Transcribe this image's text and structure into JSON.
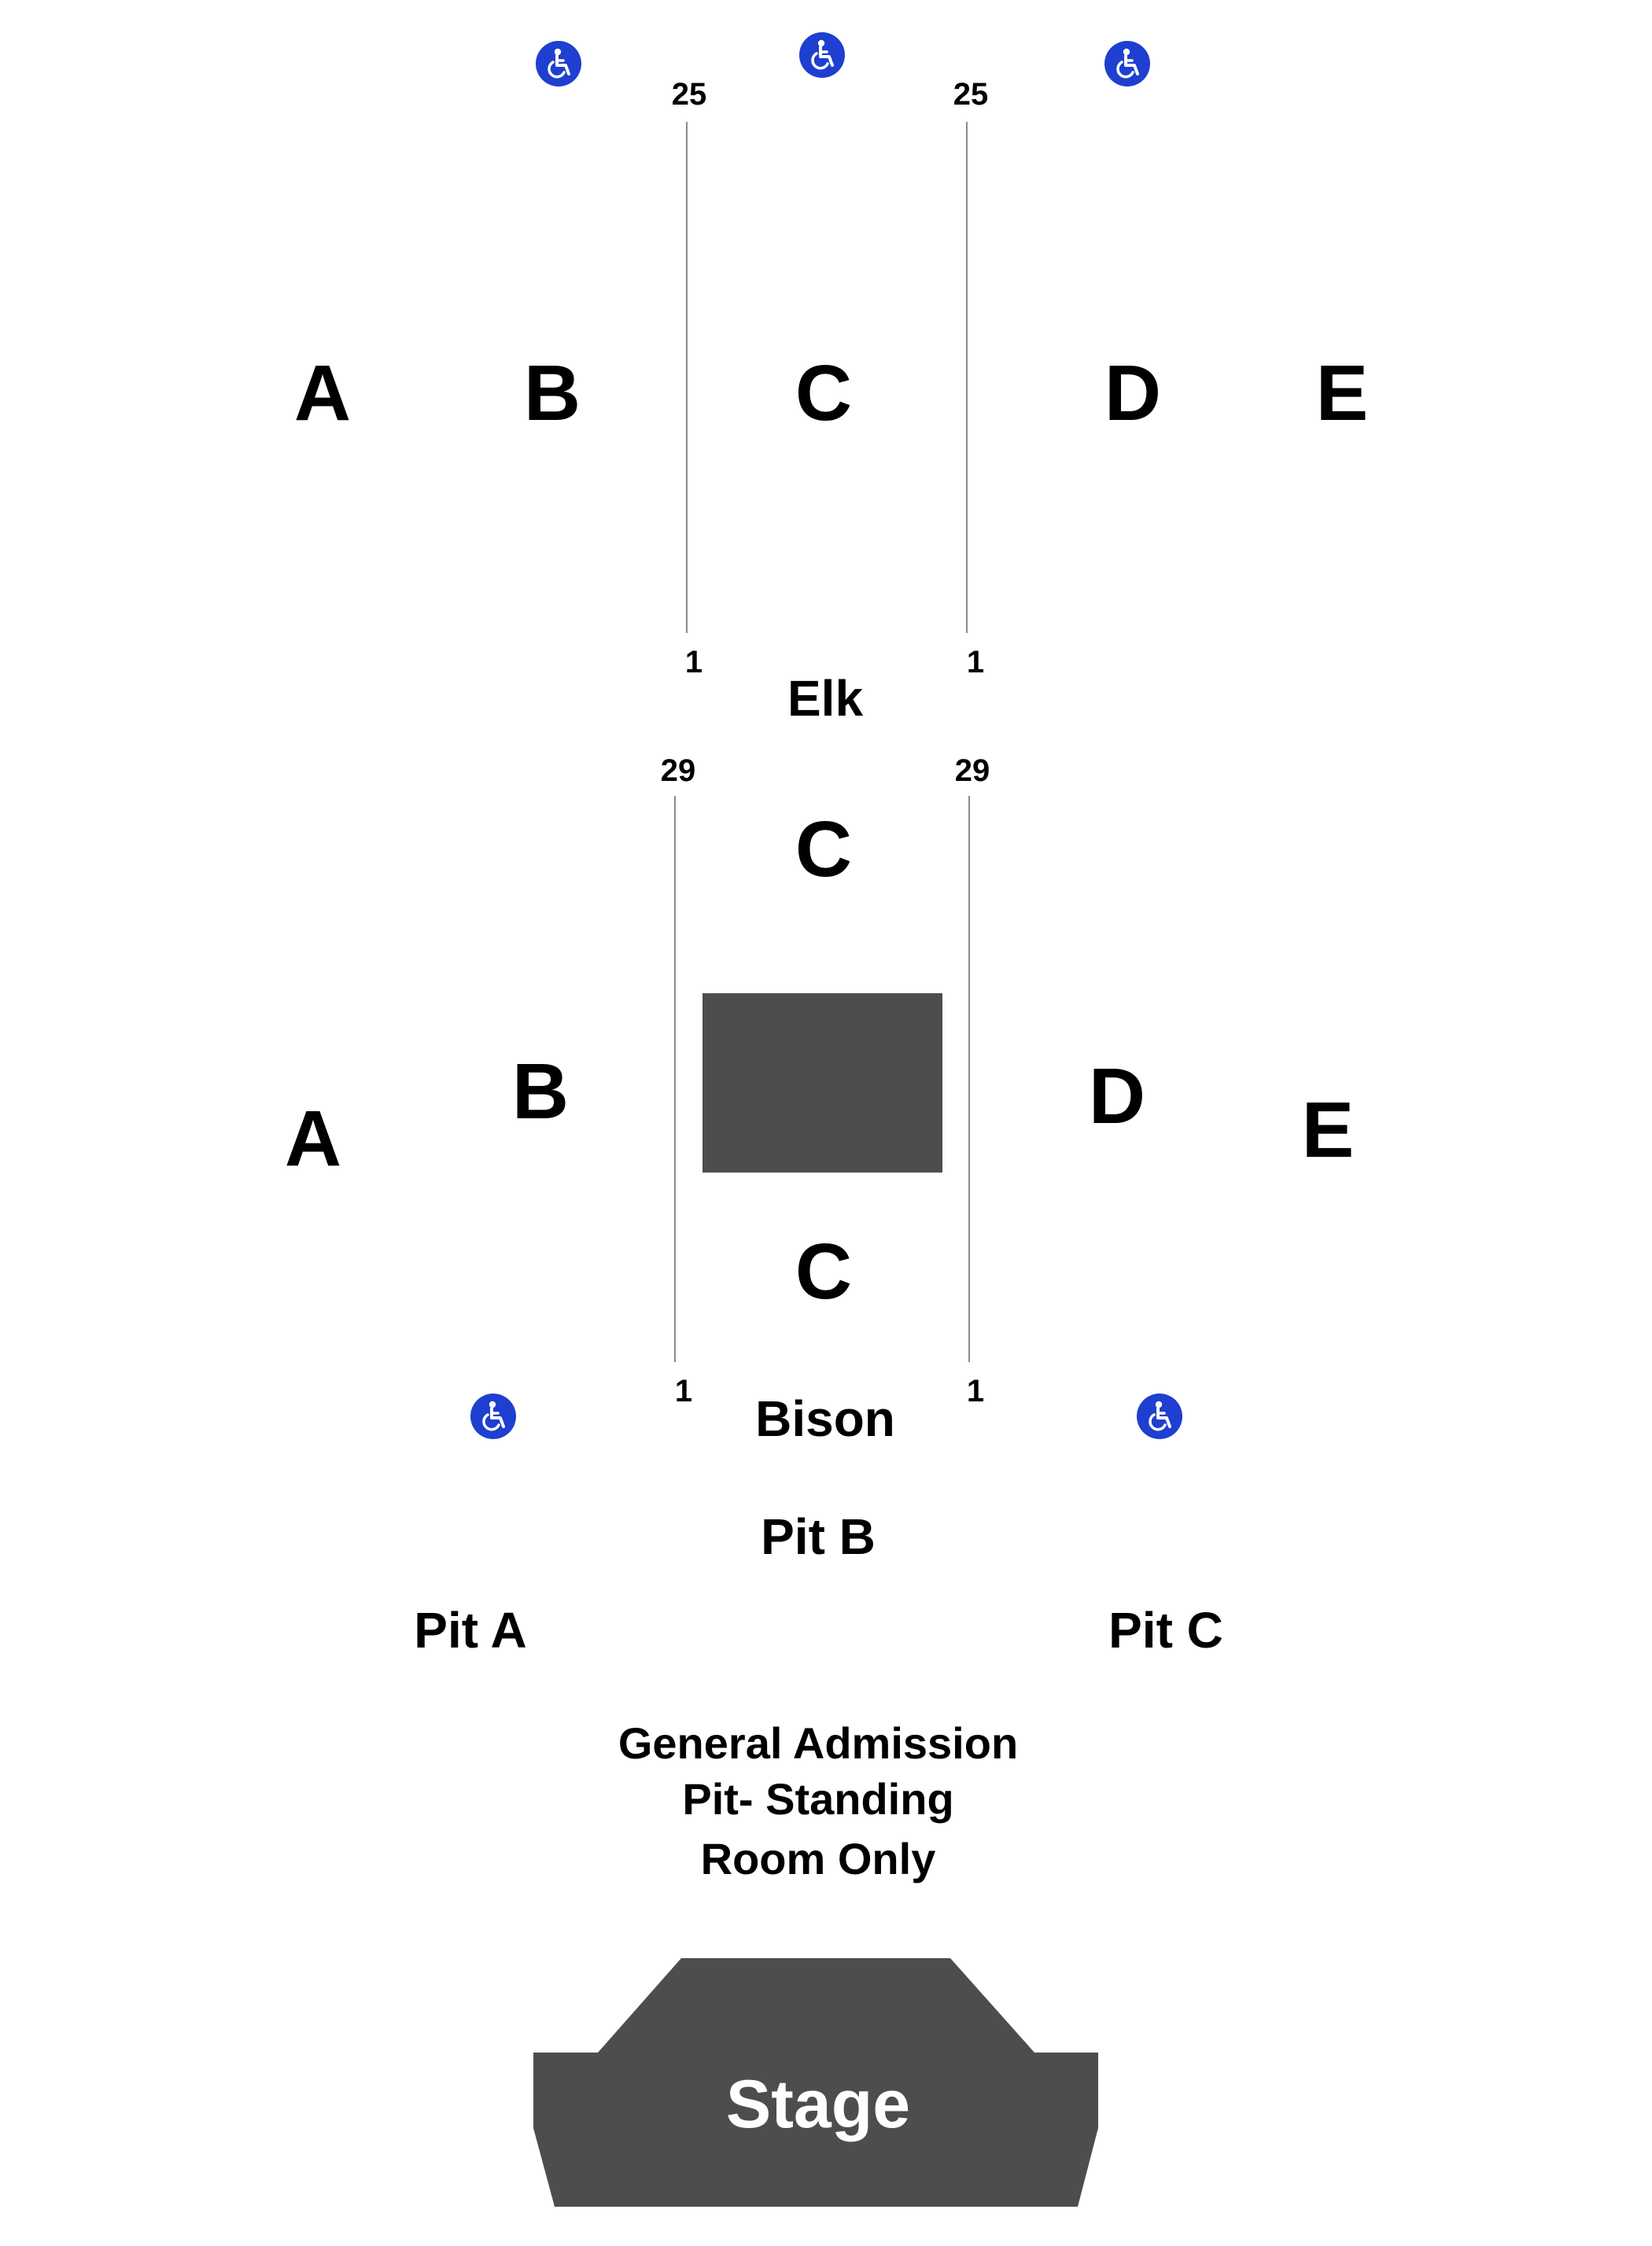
{
  "colors": {
    "background": "#ffffff",
    "text": "#000000",
    "fill_dark": "#4d4d4d",
    "divider_line": "#8a8a8a",
    "accessible_blue": "#1e3fd0",
    "stage_text": "#ffffff"
  },
  "upper_level": {
    "name": "Elk",
    "sections": [
      "A",
      "B",
      "C",
      "D",
      "E"
    ],
    "row_labels": {
      "top_left": "25",
      "top_right": "25",
      "bottom_left": "1",
      "bottom_right": "1"
    }
  },
  "lower_level": {
    "name": "Bison",
    "sections": {
      "a": "A",
      "b": "B",
      "c_top": "C",
      "c_bottom": "C",
      "d": "D",
      "e": "E"
    },
    "row_labels": {
      "top_left": "29",
      "top_right": "29",
      "bottom_left": "1",
      "bottom_right": "1"
    }
  },
  "pit": {
    "sections": [
      "Pit A",
      "Pit B",
      "Pit C"
    ],
    "general_admission": {
      "line1": "General Admission",
      "line2": "Pit- Standing",
      "line3": "Room Only"
    }
  },
  "stage": {
    "label": "Stage"
  },
  "icons": {
    "accessible_seating": "wheelchair-icon"
  }
}
